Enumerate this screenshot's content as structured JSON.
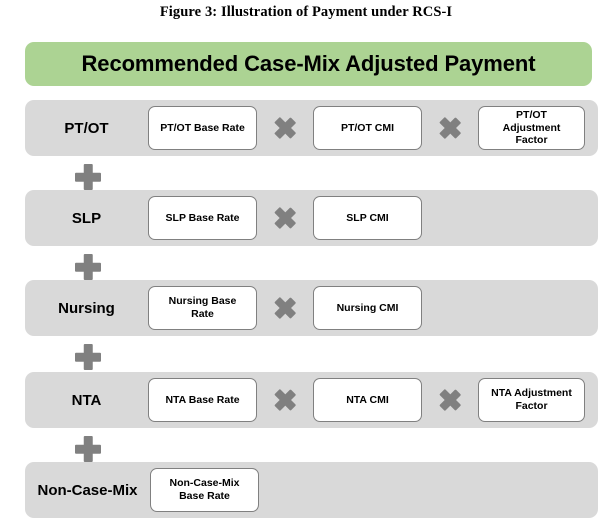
{
  "figure": {
    "title": "Figure 3: Illustration of Payment under RCS-I",
    "header": {
      "label": "Recommended Case-Mix Adjusted Payment",
      "color": "#acd393"
    },
    "row_color": "#d9d9d9",
    "operator_color": "#808080",
    "operators": {
      "multiply": "multiply-icon",
      "plus": "plus-icon"
    },
    "components": [
      {
        "label": "PT/OT",
        "boxes": [
          "PT/OT Base Rate",
          "PT/OT CMI",
          "PT/OT\nAdjustment\nFactor"
        ]
      },
      {
        "label": "SLP",
        "boxes": [
          "SLP Base Rate",
          "SLP CMI"
        ]
      },
      {
        "label": "Nursing",
        "boxes": [
          "Nursing Base\nRate",
          "Nursing CMI"
        ]
      },
      {
        "label": "NTA",
        "boxes": [
          "NTA Base Rate",
          "NTA CMI",
          "NTA Adjustment\nFactor"
        ]
      },
      {
        "label": "Non-Case-Mix",
        "boxes": [
          "Non-Case-Mix\nBase Rate"
        ]
      }
    ]
  }
}
